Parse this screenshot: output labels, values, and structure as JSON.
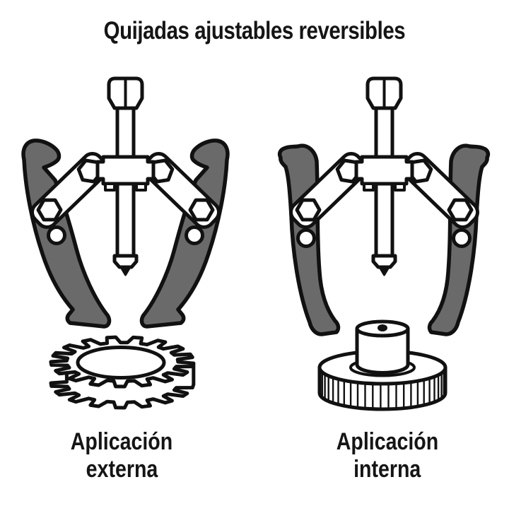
{
  "title": "Quijadas ajustables reversibles",
  "figures": {
    "external": {
      "caption": [
        "Aplicación",
        "externa"
      ],
      "object": "gear"
    },
    "internal": {
      "caption": [
        "Aplicación",
        "interna"
      ],
      "object": "knurled-pulley-hub"
    }
  },
  "colors": {
    "ink": "#111111",
    "jaw": "#6a6a6a",
    "paper": "#ffffff"
  }
}
